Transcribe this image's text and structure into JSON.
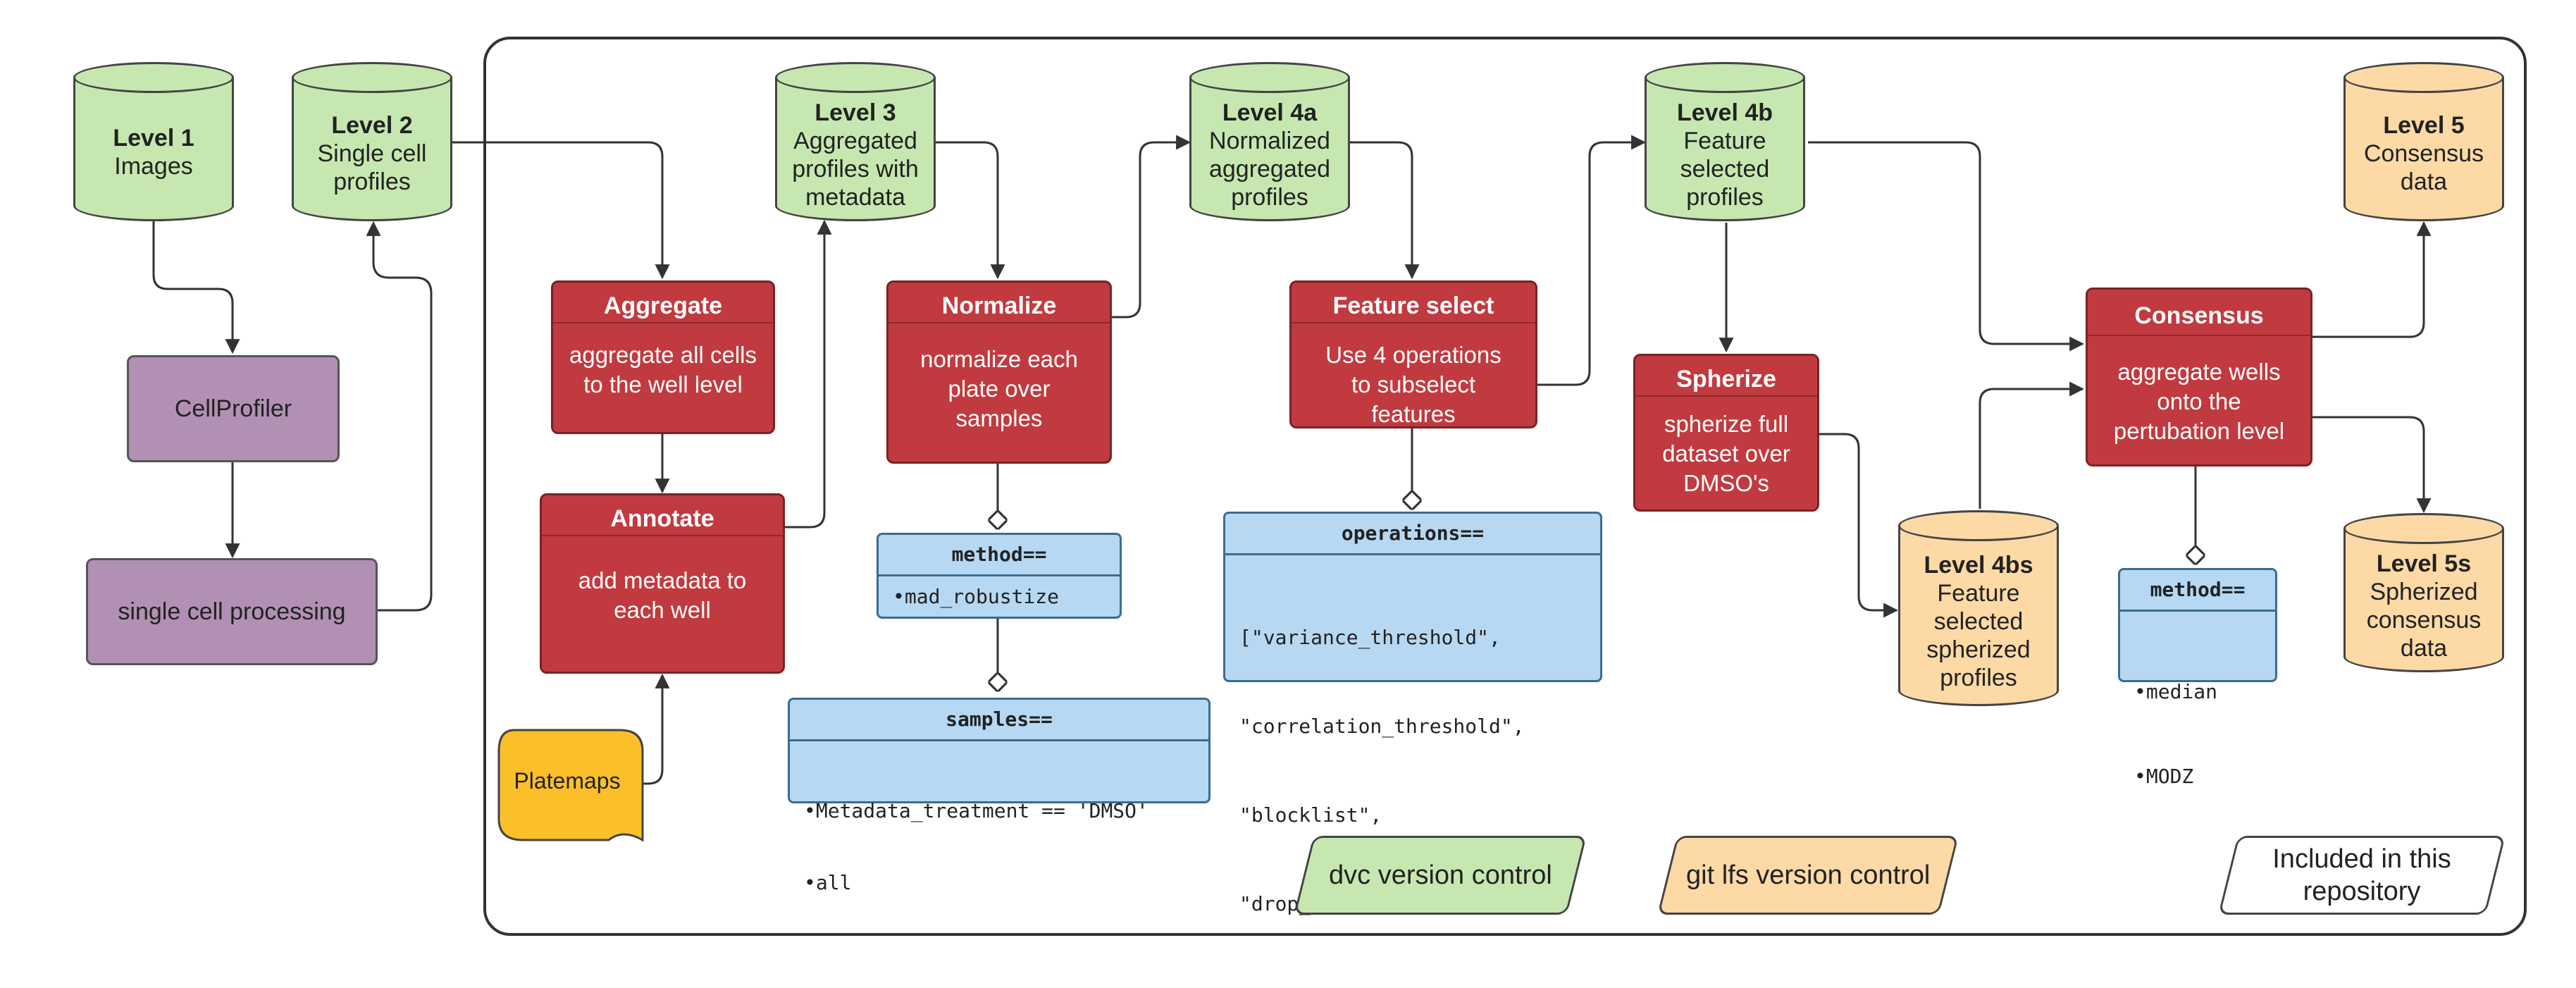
{
  "levels": {
    "l1": {
      "title": "Level 1",
      "sub": "Images"
    },
    "l2": {
      "title": "Level 2",
      "sub": "Single cell profiles"
    },
    "l3": {
      "title": "Level 3",
      "sub": "Aggregated profiles with metadata"
    },
    "l4a": {
      "title": "Level 4a",
      "sub": "Normalized aggregated profiles"
    },
    "l4b": {
      "title": "Level 4b",
      "sub": "Feature selected profiles"
    },
    "l5": {
      "title": "Level 5",
      "sub": "Consensus data"
    },
    "l4bs": {
      "title": "Level 4bs",
      "sub": "Feature selected spherized profiles"
    },
    "l5s": {
      "title": "Level 5s",
      "sub": "Spherized consensus data"
    }
  },
  "tools": {
    "cellprofiler": "CellProfiler",
    "scp": "single cell processing",
    "platemaps": "Platemaps"
  },
  "processes": {
    "aggregate": {
      "title": "Aggregate",
      "desc": "aggregate all cells to the well level"
    },
    "annotate": {
      "title": "Annotate",
      "desc": "add metadata to each well"
    },
    "normalize": {
      "title": "Normalize",
      "desc": "normalize each plate over samples"
    },
    "feature_select": {
      "title": "Feature select",
      "desc": "Use 4 operations to subselect features"
    },
    "spherize": {
      "title": "Spherize",
      "desc": "spherize full dataset over DMSO's"
    },
    "consensus": {
      "title": "Consensus",
      "desc": "aggregate wells onto the pertubation level"
    }
  },
  "params": {
    "norm_method": {
      "head": "method==",
      "items": [
        "mad_robustize"
      ]
    },
    "samples": {
      "head": "samples==",
      "items": [
        "Metadata_treatment == 'DMSO'",
        "all"
      ]
    },
    "operations": {
      "head": "operations==",
      "lines": [
        "[\"variance_threshold\",",
        "\"correlation_threshold\",",
        "\"blocklist\",",
        "\"drop_outliers\"]"
      ]
    },
    "cons_method": {
      "head": "method==",
      "items": [
        "median",
        "MODZ"
      ]
    }
  },
  "legend": {
    "dvc": "dvc version control",
    "gitlfs": "git lfs version control",
    "repo": "Included in this repository"
  },
  "colors": {
    "level_green": "#c6e8b0",
    "level_orange": "#fdd9a6",
    "process_red": "#c13a3f",
    "tool_purple": "#b290b4",
    "param_blue": "#b6d8f2",
    "platemap_yellow": "#fbbf2a"
  }
}
